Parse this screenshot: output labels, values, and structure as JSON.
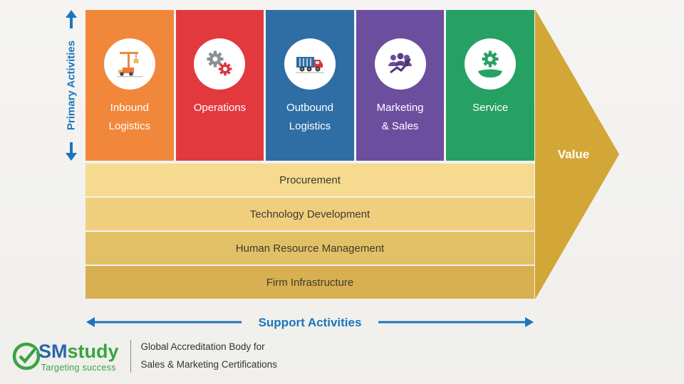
{
  "diagram": {
    "primary_axis_label": "Primary Activities",
    "support_axis_label": "Support Activities",
    "value_label": "Value",
    "primary_activities": [
      {
        "label": "Inbound Logistics",
        "color": "#F1873B",
        "icon": "crane-truck-icon"
      },
      {
        "label": "Operations",
        "color": "#E2393F",
        "icon": "gears-icon"
      },
      {
        "label": "Outbound Logistics",
        "color": "#2F6EA5",
        "icon": "delivery-truck-icon"
      },
      {
        "label": "Marketing & Sales",
        "color": "#6C4E9F",
        "icon": "team-growth-icon"
      },
      {
        "label": "Service",
        "color": "#25A164",
        "icon": "gear-hand-icon"
      }
    ],
    "support_activities": [
      {
        "label": "Procurement",
        "color": "#F5DA8F"
      },
      {
        "label": "Technology Development",
        "color": "#EFCE7E"
      },
      {
        "label": "Human Resource Management",
        "color": "#E2C065"
      },
      {
        "label": "Firm Infrastructure",
        "color": "#D8B052"
      }
    ],
    "value_arrow_color": "#D2A637",
    "accent_blue": "#1B75BC"
  },
  "footer": {
    "logo_sm": "SM",
    "logo_study": "study",
    "tagline": "Targeting success",
    "line1": "Global Accreditation Body for",
    "line2": "Sales & Marketing Certifications"
  }
}
